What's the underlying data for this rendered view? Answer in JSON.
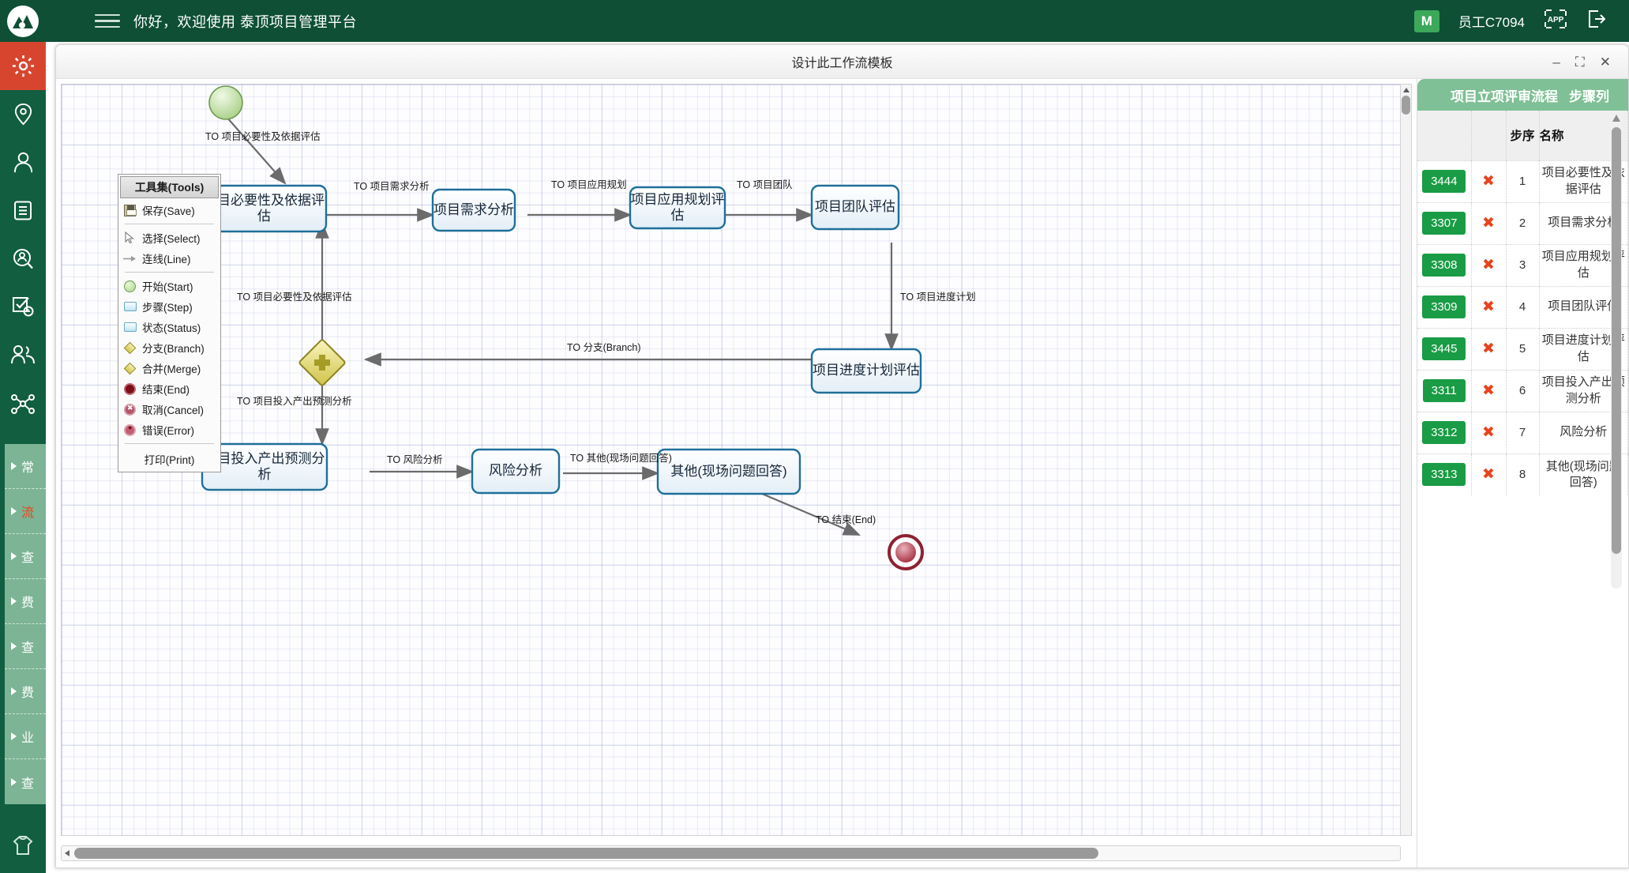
{
  "header": {
    "greeting": "你好，欢迎使用 泰顶项目管理平台",
    "avatar_initial": "M",
    "user_label": "员工C7094",
    "app_label": "APP",
    "logo_icon": "mountain-logo-icon",
    "hamburger_icon": "hamburger-menu-icon",
    "logout_icon": "logout-icon"
  },
  "rail": {
    "items": [
      {
        "name": "gear-icon",
        "active": true
      },
      {
        "name": "location-pin-icon",
        "active": false
      },
      {
        "name": "user-icon",
        "active": false
      },
      {
        "name": "document-icon",
        "active": false
      },
      {
        "name": "user-search-icon",
        "active": false
      },
      {
        "name": "edit-check-icon",
        "active": false
      },
      {
        "name": "users-group-icon",
        "active": false
      },
      {
        "name": "network-share-icon",
        "active": false
      }
    ],
    "bottom_icon": "shirt-icon"
  },
  "sidebar_menu": {
    "items": [
      {
        "label": "常",
        "highlight": false
      },
      {
        "label": "流",
        "highlight": true
      },
      {
        "label": "查",
        "highlight": false
      },
      {
        "label": "费",
        "highlight": false
      },
      {
        "label": "查",
        "highlight": false
      },
      {
        "label": "费",
        "highlight": false
      },
      {
        "label": "业",
        "highlight": false
      },
      {
        "label": "查",
        "highlight": false
      }
    ]
  },
  "dialog": {
    "title": "设计此工作流模板",
    "minimize_label": "–",
    "maximize_label": "⛶",
    "close_label": "✕"
  },
  "toolbox": {
    "title": "工具集(Tools)",
    "groups": [
      [
        {
          "label": "保存(Save)",
          "icon": "save-icon"
        }
      ],
      [
        {
          "label": "选择(Select)",
          "icon": "cursor-select-icon"
        },
        {
          "label": "连线(Line)",
          "icon": "arrow-line-icon"
        }
      ],
      [
        {
          "label": "开始(Start)",
          "icon": "start-circle-icon"
        },
        {
          "label": "步骤(Step)",
          "icon": "step-rect-icon"
        },
        {
          "label": "状态(Status)",
          "icon": "status-rect-icon"
        },
        {
          "label": "分支(Branch)",
          "icon": "branch-diamond-icon"
        },
        {
          "label": "合并(Merge)",
          "icon": "merge-diamond-icon"
        },
        {
          "label": "结束(End)",
          "icon": "end-circle-icon"
        },
        {
          "label": "取消(Cancel)",
          "icon": "cancel-circle-icon"
        },
        {
          "label": "错误(Error)",
          "icon": "error-circle-icon"
        }
      ]
    ],
    "print_label": "打印(Print)"
  },
  "flow": {
    "nodes": [
      {
        "id": "start",
        "type": "start",
        "label": ""
      },
      {
        "id": "n1",
        "type": "step",
        "label": "项目必要性及依据评估"
      },
      {
        "id": "n2",
        "type": "step",
        "label": "项目需求分析"
      },
      {
        "id": "n3",
        "type": "step",
        "label": "项目应用规划评估"
      },
      {
        "id": "n4",
        "type": "step",
        "label": "项目团队评估"
      },
      {
        "id": "n5",
        "type": "step",
        "label": "项目进度计划评估"
      },
      {
        "id": "branch",
        "type": "branch",
        "label": ""
      },
      {
        "id": "n6",
        "type": "step",
        "label": "项目投入产出预测分析"
      },
      {
        "id": "n7",
        "type": "step",
        "label": "风险分析"
      },
      {
        "id": "n8",
        "type": "step",
        "label": "其他(现场问题回答)"
      },
      {
        "id": "end",
        "type": "end",
        "label": ""
      }
    ],
    "edges": [
      {
        "from": "start",
        "to": "n1",
        "label": "TO 项目必要性及依据评估"
      },
      {
        "from": "n1",
        "to": "n2",
        "label": "TO 项目需求分析"
      },
      {
        "from": "n2",
        "to": "n3",
        "label": "TO 项目应用规划"
      },
      {
        "from": "n3",
        "to": "n4",
        "label": "TO 项目团队"
      },
      {
        "from": "n4",
        "to": "n5",
        "label": "TO 项目进度计划"
      },
      {
        "from": "n5",
        "to": "branch",
        "label": "TO 分支(Branch)"
      },
      {
        "from": "branch",
        "to": "n1",
        "label": "TO 项目必要性及依据评估"
      },
      {
        "from": "branch",
        "to": "n6",
        "label": "TO 项目投入产出预测分析"
      },
      {
        "from": "n6",
        "to": "n7",
        "label": "TO 风险分析"
      },
      {
        "from": "n7",
        "to": "n8",
        "label": "TO 其他(现场问题回答)"
      },
      {
        "from": "n8",
        "to": "end",
        "label": "TO 结束(End)"
      }
    ]
  },
  "right_panel": {
    "header_title": "项目立项评审流程",
    "header_subtitle": "步骤列",
    "columns": [
      "",
      "",
      "步序",
      "名称"
    ],
    "rows": [
      {
        "id": "3444",
        "del": "✖",
        "seq": "1",
        "name": "项目必要性及依据评估"
      },
      {
        "id": "3307",
        "del": "✖",
        "seq": "2",
        "name": "项目需求分析"
      },
      {
        "id": "3308",
        "del": "✖",
        "seq": "3",
        "name": "项目应用规划评估"
      },
      {
        "id": "3309",
        "del": "✖",
        "seq": "4",
        "name": "项目团队评估"
      },
      {
        "id": "3445",
        "del": "✖",
        "seq": "5",
        "name": "项目进度计划评估"
      },
      {
        "id": "3311",
        "del": "✖",
        "seq": "6",
        "name": "项目投入产出预测分析"
      },
      {
        "id": "3312",
        "del": "✖",
        "seq": "7",
        "name": "风险分析"
      },
      {
        "id": "3313",
        "del": "✖",
        "seq": "8",
        "name": "其他(现场问题回答)"
      }
    ]
  },
  "colors": {
    "brand_dark_green": "#0e4f36",
    "rail_green": "#125e41",
    "active_red": "#d8452f",
    "menu_green": "#7cb495",
    "panel_header_green": "#7fc096",
    "badge_green": "#199c45",
    "delete_red": "#e8431c",
    "node_border_blue": "#1f6f9a"
  }
}
